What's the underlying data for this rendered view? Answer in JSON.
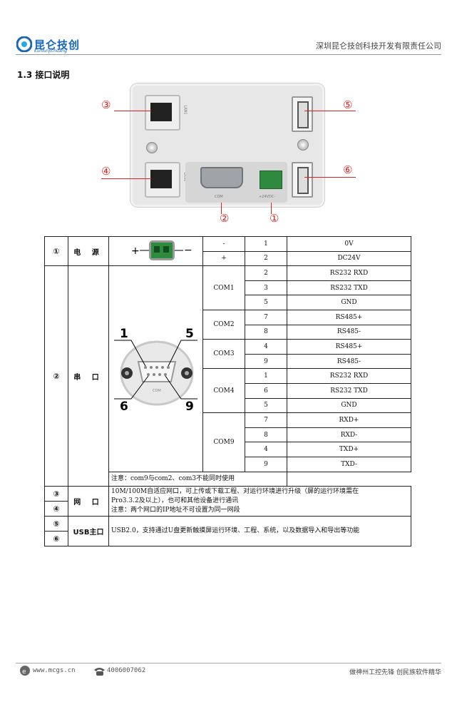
{
  "header": {
    "logo_cn": "昆仑技创",
    "logo_en": "kunlunjichuang",
    "company": "深圳昆仑技创科技开发有限责任公司"
  },
  "section": {
    "title": "1.3  接口说明"
  },
  "device_figure": {
    "callouts": [
      "③",
      "④",
      "⑤",
      "⑥",
      "②",
      "①"
    ],
    "port_labels": {
      "lan1": "LAN1",
      "lan2": "LAN2",
      "com": "COM",
      "power": "+24VDC-"
    }
  },
  "power_icon": {
    "plus": "+",
    "minus": "−"
  },
  "db9_labels": {
    "p1": "1",
    "p5": "5",
    "p6": "6",
    "p9": "9",
    "com": "COM"
  },
  "table": {
    "power": {
      "num": "①",
      "name": "电 源",
      "rows": [
        {
          "pol": "-",
          "pin": "1",
          "sig": "0V"
        },
        {
          "pol": "+",
          "pin": "2",
          "sig": "DC24V"
        }
      ]
    },
    "serial": {
      "num": "②",
      "name": "串 口",
      "groups": [
        {
          "port": "COM1",
          "rows": [
            {
              "pin": "2",
              "sig": "RS232 RXD"
            },
            {
              "pin": "3",
              "sig": "RS232 TXD"
            },
            {
              "pin": "5",
              "sig": "GND"
            }
          ]
        },
        {
          "port": "COM2",
          "rows": [
            {
              "pin": "7",
              "sig": "RS485+"
            },
            {
              "pin": "8",
              "sig": "RS485-"
            }
          ]
        },
        {
          "port": "COM3",
          "rows": [
            {
              "pin": "4",
              "sig": "RS485+"
            },
            {
              "pin": "9",
              "sig": "RS485-"
            }
          ]
        },
        {
          "port": "COM4",
          "rows": [
            {
              "pin": "1",
              "sig": "RS232 RXD"
            },
            {
              "pin": "6",
              "sig": "RS232 TXD"
            },
            {
              "pin": "5",
              "sig": "GND"
            }
          ]
        },
        {
          "port": "COM9",
          "rows": [
            {
              "pin": "7",
              "sig": "RXD+"
            },
            {
              "pin": "8",
              "sig": "RXD-"
            },
            {
              "pin": "4",
              "sig": "TXD+"
            },
            {
              "pin": "9",
              "sig": "TXD-"
            }
          ]
        }
      ],
      "note": "注意：com9与com2、com3不能同时使用"
    },
    "network": {
      "nums": [
        "③",
        "④"
      ],
      "name": "网 口",
      "lines": [
        "10M/100M自适应网口，可上传或下载工程、对运行环境进行升级（屏的运行环境需在",
        "Pro3.3.2及以上），也可和其他设备进行通讯",
        "注意：两个网口的IP地址不可设置为同一网段"
      ]
    },
    "usb": {
      "nums": [
        "⑤",
        "⑥"
      ],
      "name": "USB主口",
      "desc": "USB2.0，支持通过U盘更新触摸屏运行环境、工程、系统，以及数据导入和导出等功能"
    }
  },
  "footer": {
    "website": "www.mcgs.cn",
    "phone": "4006007062",
    "slogan": "做神州工控先锋 创民族软件精华"
  }
}
